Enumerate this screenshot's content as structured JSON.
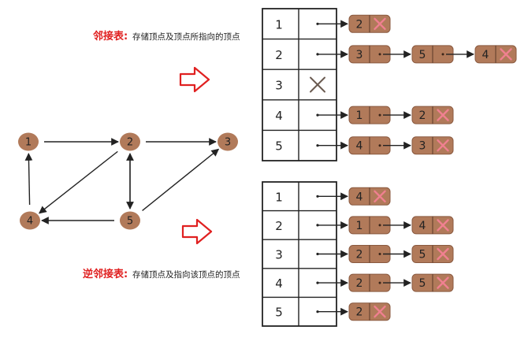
{
  "colors": {
    "node_fill": "#b17a5a",
    "ink": "#222222",
    "caption_red": "#e02020",
    "big_arrow": "#e02020",
    "x_pink": "#f08090",
    "x_gray": "#6a5a50"
  },
  "captions": {
    "adjacency_label": "邻接表:",
    "adjacency_desc": "存储顶点及顶点所指向的顶点",
    "inverse_label": "逆邻接表:",
    "inverse_desc": "存储顶点及指向该顶点的顶点"
  },
  "graph": {
    "vertices": [
      "1",
      "2",
      "3",
      "4",
      "5"
    ],
    "edges": [
      [
        "1",
        "2"
      ],
      [
        "2",
        "3"
      ],
      [
        "2",
        "5"
      ],
      [
        "2",
        "4"
      ],
      [
        "4",
        "1"
      ],
      [
        "5",
        "2"
      ],
      [
        "5",
        "4"
      ],
      [
        "5",
        "3"
      ]
    ]
  },
  "adjacency_list": [
    {
      "vertex": "1",
      "neighbors": [
        "2"
      ]
    },
    {
      "vertex": "2",
      "neighbors": [
        "3",
        "5",
        "4"
      ]
    },
    {
      "vertex": "3",
      "neighbors": []
    },
    {
      "vertex": "4",
      "neighbors": [
        "1",
        "2"
      ]
    },
    {
      "vertex": "5",
      "neighbors": [
        "4",
        "3"
      ]
    }
  ],
  "inverse_adjacency_list": [
    {
      "vertex": "1",
      "neighbors": [
        "4"
      ]
    },
    {
      "vertex": "2",
      "neighbors": [
        "1",
        "4"
      ]
    },
    {
      "vertex": "3",
      "neighbors": [
        "2",
        "5"
      ]
    },
    {
      "vertex": "4",
      "neighbors": [
        "2",
        "5"
      ]
    },
    {
      "vertex": "5",
      "neighbors": [
        "2"
      ]
    }
  ]
}
